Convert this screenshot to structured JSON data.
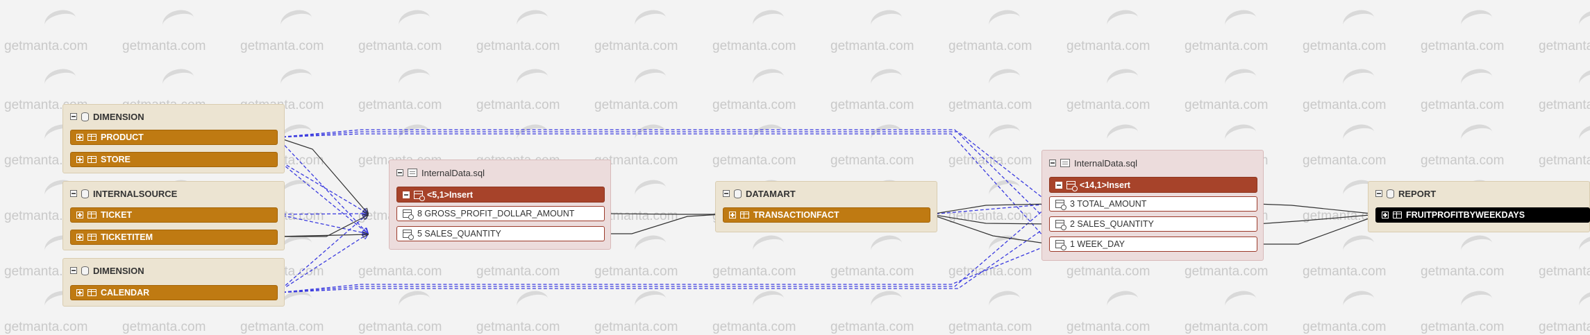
{
  "watermark": "getmanta.com",
  "colors": {
    "source_table": "#bf7a12",
    "target_table": "#000000",
    "statement": "#a7432a",
    "group_bg": "#ece4d2",
    "sql_group_bg": "#ecdcdc",
    "indirect_flow": "#3a3adf",
    "direct_flow": "#333333"
  },
  "groups": {
    "dimension_top": {
      "title": "DIMENSION",
      "icon": "database-icon",
      "items": [
        "PRODUCT",
        "STORE"
      ]
    },
    "internalsource": {
      "title": "INTERNALSOURCE",
      "icon": "database-icon",
      "items": [
        "TICKET",
        "TICKETITEM"
      ]
    },
    "dimension_bottom": {
      "title": "DIMENSION",
      "icon": "database-icon",
      "items": [
        "CALENDAR"
      ]
    },
    "sql1": {
      "title": "InternalData.sql",
      "icon": "script-icon",
      "statement": "<5,1>Insert",
      "columns": [
        "8 GROSS_PROFIT_DOLLAR_AMOUNT",
        "5 SALES_QUANTITY"
      ]
    },
    "datamart": {
      "title": "DATAMART",
      "icon": "database-icon",
      "items": [
        "TRANSACTIONFACT"
      ]
    },
    "sql2": {
      "title": "InternalData.sql",
      "icon": "script-icon",
      "statement": "<14,1>Insert",
      "columns": [
        "3 TOTAL_AMOUNT",
        "2 SALES_QUANTITY",
        "1 WEEK_DAY"
      ]
    },
    "report": {
      "title": "REPORT",
      "icon": "database-icon",
      "items": [
        "FRUITPROFITBYWEEKDAYS"
      ]
    }
  }
}
